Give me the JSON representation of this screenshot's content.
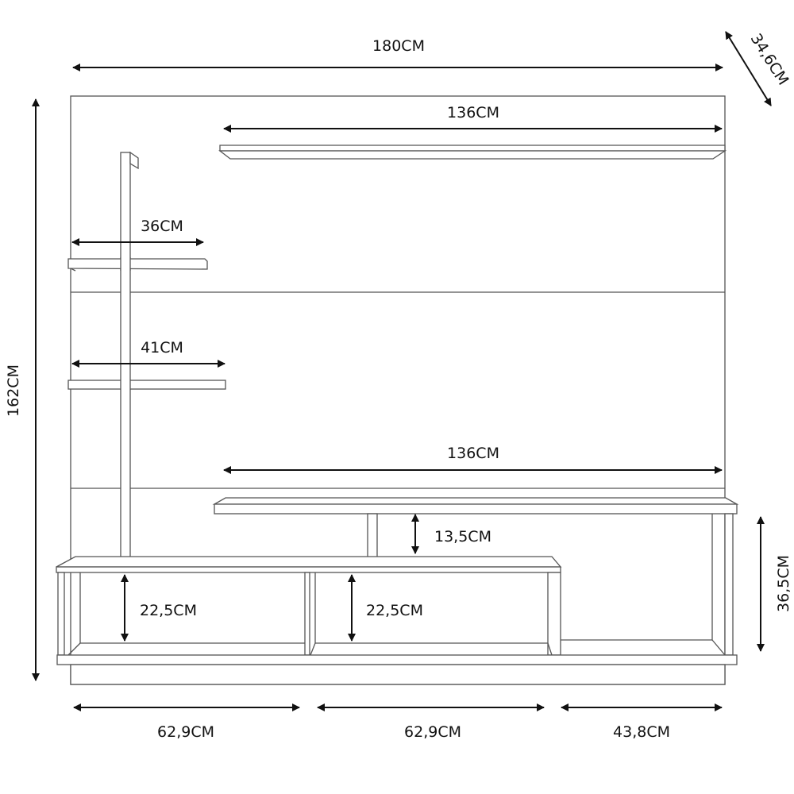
{
  "diagram": {
    "type": "furniture-dimension-drawing",
    "subject": "TV panel / home theater unit",
    "stroke_color": "#555555",
    "dimension_color": "#111111",
    "background": "#ffffff"
  },
  "dimensions": {
    "total_width": "180CM",
    "depth": "34,6CM",
    "total_height": "162CM",
    "top_shelf_width": "136CM",
    "upper_side_shelf_width": "36CM",
    "lower_side_shelf_width": "41CM",
    "tv_shelf_width": "136CM",
    "tv_shelf_gap": "13,5CM",
    "niche_left_height": "22,5CM",
    "niche_middle_height": "22,5CM",
    "right_rack_height": "36,5CM",
    "bottom_left_width": "62,9CM",
    "bottom_middle_width": "62,9CM",
    "bottom_right_width": "43,8CM"
  }
}
